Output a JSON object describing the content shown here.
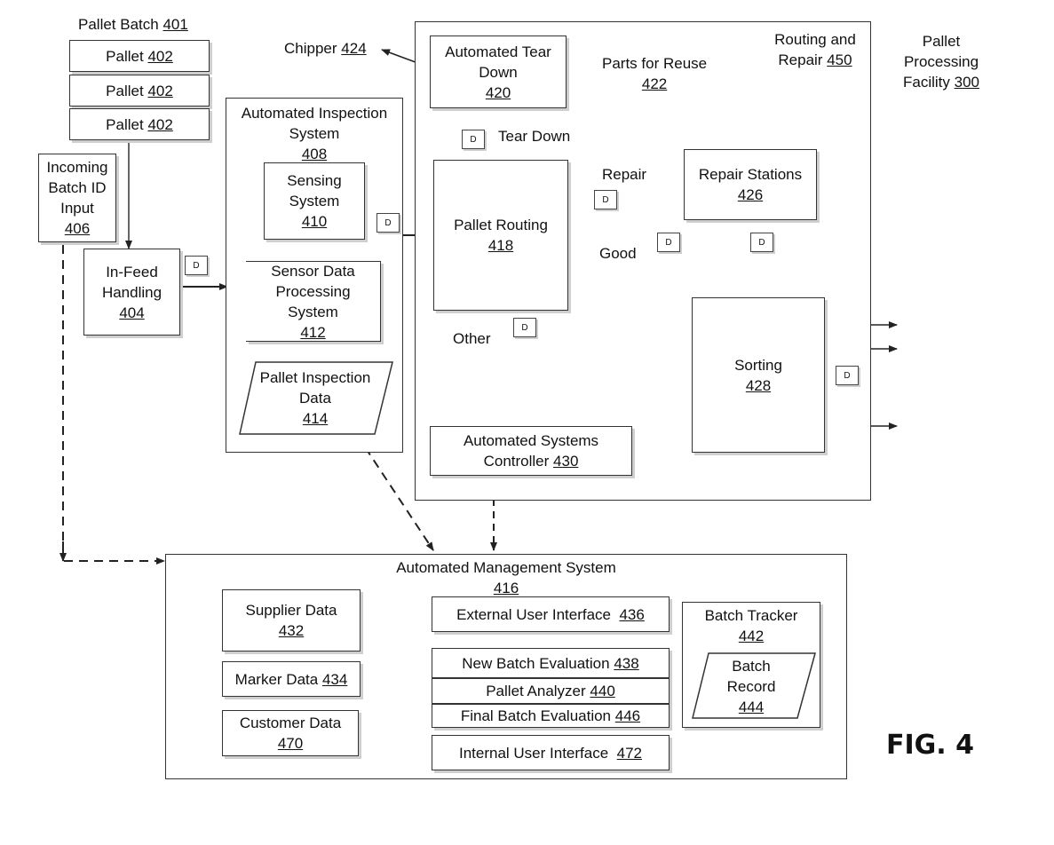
{
  "pallet_batch": {
    "label": "Pallet Batch",
    "ref": "401"
  },
  "pallets": [
    {
      "label": "Pallet",
      "ref": "402"
    },
    {
      "label": "Pallet",
      "ref": "402"
    },
    {
      "label": "Pallet",
      "ref": "402"
    }
  ],
  "incoming_batch": {
    "lines": [
      "Incoming",
      "Batch ID",
      "Input"
    ],
    "ref": "406"
  },
  "infeed": {
    "lines": [
      "In-Feed",
      "Handling"
    ],
    "ref": "404"
  },
  "inspection_system": {
    "lines": [
      "Automated Inspection",
      "System"
    ],
    "ref": "408"
  },
  "sensing": {
    "lines": [
      "Sensing",
      "System"
    ],
    "ref": "410"
  },
  "sensor_processing": {
    "lines": [
      "Sensor Data",
      "Processing",
      "System"
    ],
    "ref": "412"
  },
  "inspection_data": {
    "lines": [
      "Pallet Inspection",
      "Data"
    ],
    "ref": "414"
  },
  "routing_repair": {
    "lines": [
      "Routing and",
      "Repair"
    ],
    "ref": "450"
  },
  "facility": {
    "lines": [
      "Pallet",
      "Processing",
      "Facility"
    ],
    "ref": "300"
  },
  "chipper": {
    "label": "Chipper",
    "ref": "424"
  },
  "teardown": {
    "lines": [
      "Automated Tear",
      "Down"
    ],
    "ref": "420"
  },
  "parts_reuse": {
    "label": "Parts for Reuse",
    "ref": "422"
  },
  "tear_down_label": "Tear Down",
  "pallet_routing": {
    "label": "Pallet Routing",
    "ref": "418"
  },
  "repair_label": "Repair",
  "repair_stations": {
    "label": "Repair Stations",
    "ref": "426"
  },
  "good_label": "Good",
  "other_label": "Other",
  "sorting": {
    "label": "Sorting",
    "ref": "428"
  },
  "controller": {
    "lines": [
      "Automated Systems",
      "Controller"
    ],
    "ref": "430"
  },
  "management": {
    "label": "Automated Management System",
    "ref": "416"
  },
  "supplier_data": {
    "label": "Supplier Data",
    "ref": "432"
  },
  "marker_data": {
    "label": "Marker Data",
    "ref": "434"
  },
  "customer_data": {
    "label": "Customer Data",
    "ref": "470"
  },
  "external_ui": {
    "label": "External User Interface",
    "ref": "436"
  },
  "new_batch_eval": {
    "label": "New Batch Evaluation",
    "ref": "438"
  },
  "pallet_analyzer": {
    "label": "Pallet Analyzer",
    "ref": "440"
  },
  "final_batch_eval": {
    "label": "Final Batch Evaluation",
    "ref": "446"
  },
  "internal_ui": {
    "label": "Internal User Interface",
    "ref": "472"
  },
  "batch_tracker": {
    "label": "Batch Tracker",
    "ref": "442"
  },
  "batch_record": {
    "lines": [
      "Batch",
      "Record"
    ],
    "ref": "444"
  },
  "data_icon_letter": "D",
  "figure_label": "FIG. 4"
}
